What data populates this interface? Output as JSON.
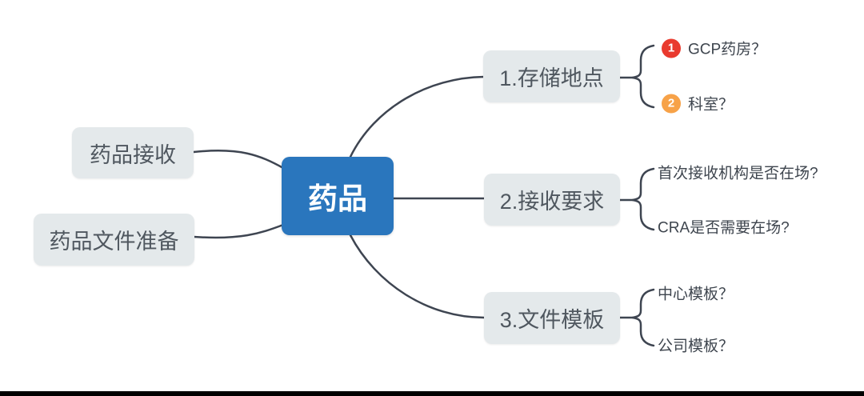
{
  "root": {
    "label": "药品"
  },
  "left_branches": [
    {
      "label": "药品接收"
    },
    {
      "label": "药品文件准备"
    }
  ],
  "right_branches": [
    {
      "label": "1.存储地点",
      "children": [
        {
          "badge": "1",
          "badge_color": "#e93a2e",
          "label": "GCP药房？"
        },
        {
          "badge": "2",
          "badge_color": "#f7a248",
          "label": "科室？"
        }
      ]
    },
    {
      "label": "2.接收要求",
      "children": [
        {
          "label": "首次接收机构是否在场?"
        },
        {
          "label": "CRA是否需要在场?"
        }
      ]
    },
    {
      "label": "3.文件模板",
      "children": [
        {
          "label": "中心模板？"
        },
        {
          "label": "公司模板？"
        }
      ]
    }
  ],
  "colors": {
    "root_background": "#2a76bd",
    "root_text": "#ffffff",
    "branch_background": "#e4e9eb",
    "branch_text": "#4f575f",
    "leaf_text": "#3e454e",
    "connector_line": "#3e4551",
    "bottom_bar": "#000000"
  }
}
